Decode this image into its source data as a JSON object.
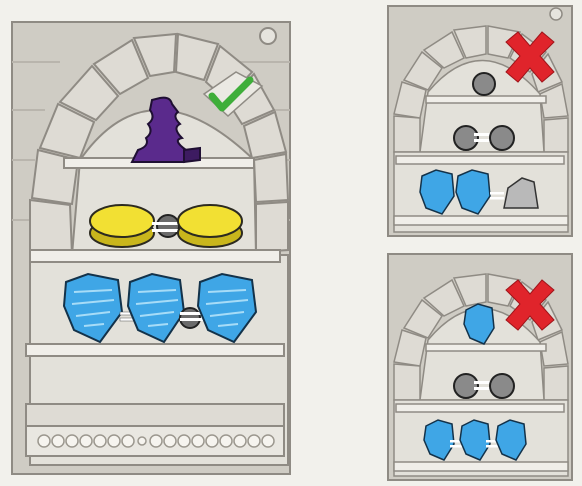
{
  "panels": [
    {
      "id": "valid",
      "verdict": "correct",
      "top_shelf": [
        "amethyst-statue"
      ],
      "middle_shelf": [
        "yellow-coin",
        "link",
        "yellow-coin"
      ],
      "bottom_shelf": [
        "blue-shield",
        "link",
        "blue-shield",
        "link",
        "blue-shield"
      ]
    },
    {
      "id": "invalid-1",
      "verdict": "incorrect",
      "top_shelf": [
        "gray-orb"
      ],
      "middle_shelf": [
        "gray-orb",
        "link",
        "gray-orb"
      ],
      "bottom_shelf": [
        "blue-shield",
        "blue-shield",
        "link",
        "gray-rock"
      ]
    },
    {
      "id": "invalid-2",
      "verdict": "incorrect",
      "top_shelf": [
        "blue-shield"
      ],
      "middle_shelf": [
        "gray-orb",
        "link",
        "gray-orb"
      ],
      "bottom_shelf": [
        "blue-shield",
        "link",
        "blue-shield",
        "link",
        "blue-shield"
      ]
    }
  ],
  "colors": {
    "stone": "#d6d3cb",
    "stone_dark": "#8f8b84",
    "amethyst": "#5a2a8c",
    "gold": "#f2e033",
    "shield": "#3fa6e6",
    "check": "#3fae3a",
    "cross": "#e0242b"
  }
}
